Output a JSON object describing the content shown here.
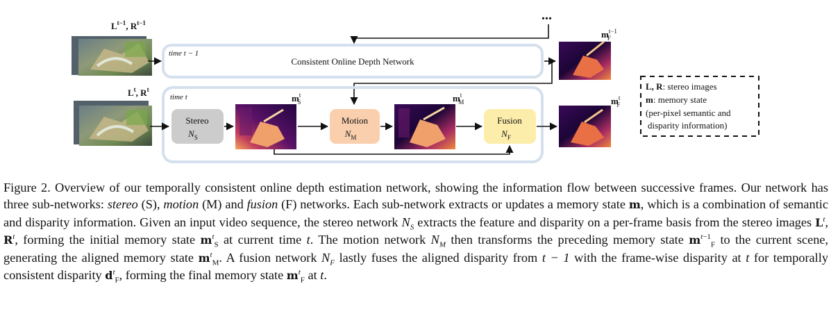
{
  "figure": {
    "ellipsis": "...",
    "prev_frame": {
      "input_label_L": "L",
      "input_label_R": "R",
      "input_sup": "t−1",
      "time_label": "time t − 1",
      "network_label": "Consistent Online Depth Network",
      "output_label": "m",
      "output_sub": "F",
      "output_sup": "t−1"
    },
    "curr_frame": {
      "input_label_L": "L",
      "input_label_R": "R",
      "input_sup": "t",
      "time_label": "time t",
      "stereo": {
        "title": "Stereo",
        "sym": "N",
        "sub": "S"
      },
      "motion": {
        "title": "Motion",
        "sym": "N",
        "sub": "M"
      },
      "fusion": {
        "title": "Fusion",
        "sym": "N",
        "sub": "F"
      },
      "mem_s": {
        "base": "m",
        "sub": "S",
        "sup": "t"
      },
      "mem_m": {
        "base": "m",
        "sub": "M",
        "sup": "t"
      },
      "mem_f": {
        "base": "m",
        "sub": "F",
        "sup": "t"
      }
    },
    "legend": {
      "line1_bold": "L, R",
      "line1_text": ": stereo images",
      "line2_bold": "m",
      "line2_text": ": memory state",
      "line3": "(per-pixel semantic and",
      "line4": "disparity information)"
    },
    "colors": {
      "frame_border": "#d5e0ee",
      "stereo_fill": "#cccccc",
      "motion_fill": "#f9cfae",
      "fusion_fill": "#fdedaa",
      "arrow": "#111111"
    }
  },
  "caption": {
    "label": "Figure 2.",
    "s1": "Overview of our temporally consistent online depth estimation network, showing the information flow between successive frames. Our network has three sub-networks:",
    "stereo": "stereo",
    "s2": "(S),",
    "motion": "motion",
    "s3": "(M) and",
    "fusion": "fusion",
    "s4": "(F) networks. Each sub-network extracts or updates a memory state",
    "s5": ", which is a combination of semantic and disparity information. Given an input video sequence, the stereo network",
    "s6": "extracts the feature and disparity on a per-frame basis from the stereo images",
    "s7": ", forming the initial memory state",
    "s8": "at current time",
    "s9": ". The motion network",
    "s10": "then transforms the preceding memory state",
    "s11": "to the current scene, generating the aligned memory state",
    "s12": ". A fusion network",
    "s13": "lastly fuses the aligned disparity from",
    "s14": "with the frame-wise disparity at",
    "s15": "for temporally consistent disparity",
    "s16": ", forming the final memory state",
    "s17": "at",
    "t_minus_1": "t − 1",
    "t": "t"
  }
}
